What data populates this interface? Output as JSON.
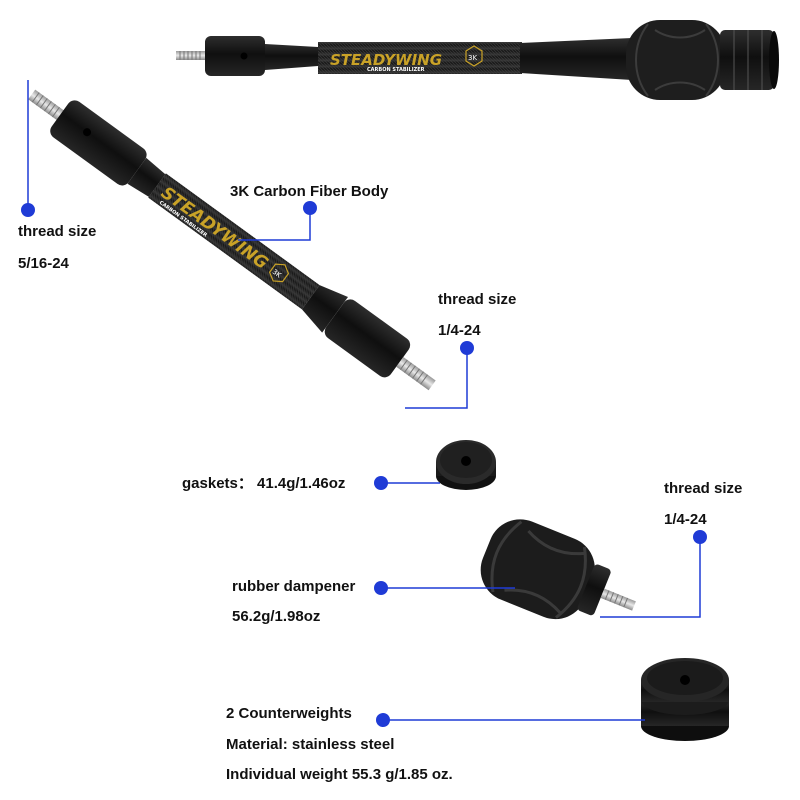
{
  "product": {
    "brand": "STEADYWING",
    "subtitle": "CARBON STABILIZER",
    "badge": "3K"
  },
  "callouts": {
    "rear_thread": {
      "title": "thread size",
      "value": "5/16-24"
    },
    "body": {
      "title": "3K Carbon Fiber Body"
    },
    "front_thread": {
      "title": "thread size",
      "value": "1/4-24"
    },
    "gasket": {
      "text": "gaskets： 41.4g/1.46oz"
    },
    "dampener_thread": {
      "title": "thread size",
      "value": "1/4-24"
    },
    "dampener": {
      "title": "rubber dampener",
      "value": "56.2g/1.98oz"
    },
    "weights": {
      "title": "2 Counterweights",
      "material": "Material: stainless steel",
      "weight": "Individual weight 55.3 g/1.85 oz."
    }
  },
  "colors": {
    "accent": "#1f3bd6",
    "brand_gold": "#c9a227",
    "body_dark": "#1b1b1b"
  }
}
